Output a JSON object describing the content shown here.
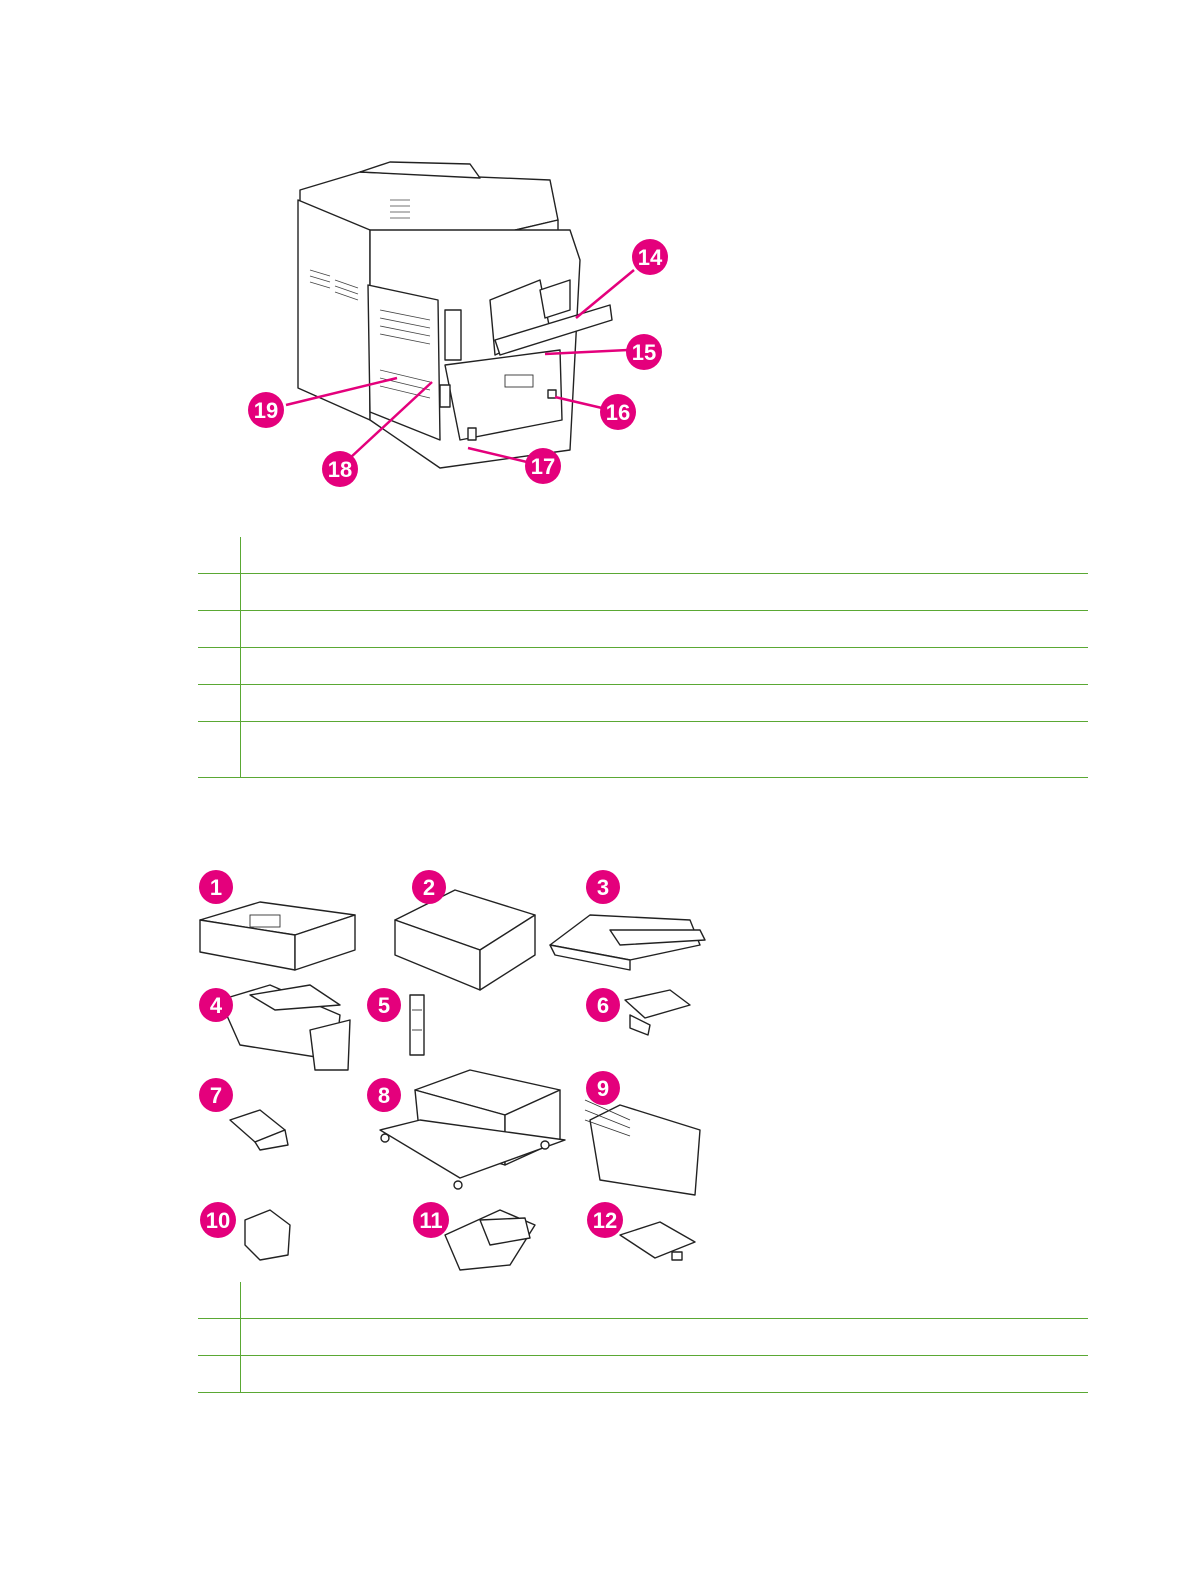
{
  "figure_rear": {
    "callouts": [
      {
        "label": "14"
      },
      {
        "label": "15"
      },
      {
        "label": "16"
      },
      {
        "label": "17"
      },
      {
        "label": "18"
      },
      {
        "label": "19"
      }
    ]
  },
  "table_rear": {
    "rows": [
      {
        "num": "",
        "text": ""
      },
      {
        "num": "",
        "text": ""
      },
      {
        "num": "",
        "text": ""
      },
      {
        "num": "",
        "text": ""
      },
      {
        "num": "",
        "text": ""
      },
      {
        "num": "",
        "text": ""
      }
    ]
  },
  "figure_accessories": {
    "callouts": [
      {
        "label": "1"
      },
      {
        "label": "2"
      },
      {
        "label": "3"
      },
      {
        "label": "4"
      },
      {
        "label": "5"
      },
      {
        "label": "6"
      },
      {
        "label": "7"
      },
      {
        "label": "8"
      },
      {
        "label": "9"
      },
      {
        "label": "10"
      },
      {
        "label": "11"
      },
      {
        "label": "12"
      }
    ]
  },
  "table_accessories": {
    "rows": [
      {
        "num": "",
        "text": ""
      },
      {
        "num": "",
        "text": ""
      },
      {
        "num": "",
        "text": ""
      }
    ]
  },
  "colors": {
    "callout": "#e4007c",
    "table_rule": "#5aa834"
  }
}
